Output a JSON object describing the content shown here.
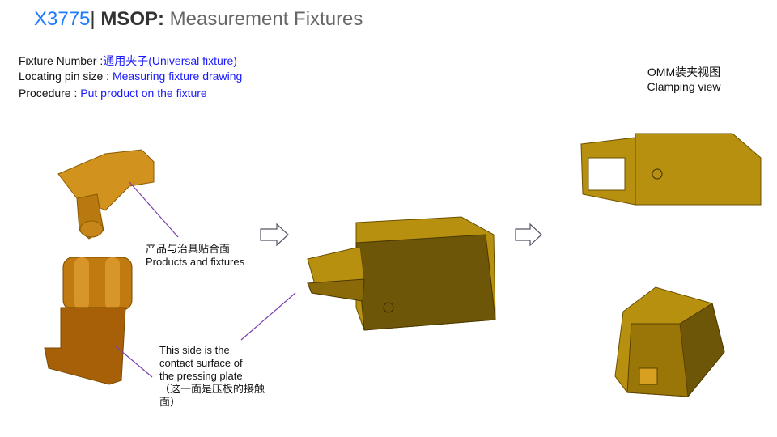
{
  "title": {
    "code": "X3775",
    "separator": "|",
    "prefix": "MSOP:",
    "text": "Measurement Fixtures"
  },
  "info": [
    {
      "label": "Fixture Number :",
      "value": "通用夹子(Universal fixture)"
    },
    {
      "label": "Locating pin size : ",
      "value": "Measuring fixture drawing"
    },
    {
      "label": "Procedure : ",
      "value": "Put  product on the fixture"
    }
  ],
  "notes": {
    "products_cn": "产品与治具贴合面",
    "products_en": "Products and fixtures",
    "side": [
      "This side is the",
      "contact surface of",
      "the pressing plate",
      "（这一面是压板的接触",
      "面）"
    ]
  },
  "omm": {
    "cn": "OMM装夹视图",
    "en": "Clamping view"
  },
  "colors": {
    "part": "#c8921a",
    "fixture": "#b8900f",
    "dark": "#7a5a05",
    "arrow_line": "#7a3fb0"
  }
}
